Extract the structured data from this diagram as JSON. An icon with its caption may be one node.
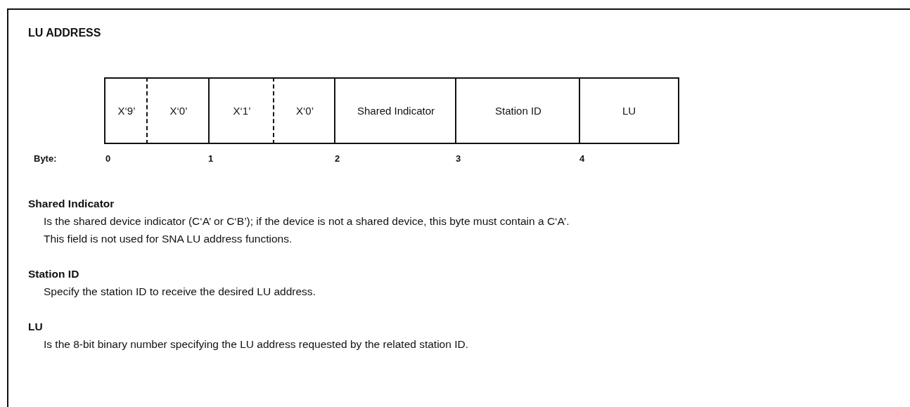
{
  "diagram": {
    "title": "LU ADDRESS",
    "labels": [
      "X‘9’",
      "X‘0’",
      "X‘1’",
      "X‘0’",
      "Shared Indicator",
      "Station ID",
      "LU",
      "Byte:",
      "0",
      "1",
      "2",
      "3",
      "4",
      "Shared Indicator",
      "Is the shared device indicator (C‘A’ or C‘B’); if the device is not a shared device, this byte must contain a C‘A’.",
      "This field is not used for SNA LU address functions.",
      "Station ID",
      "Specify the station ID to receive the desired LU address.",
      "LU",
      "Is the 8-bit binary number specifying the LU address requested by the related station ID."
    ]
  }
}
